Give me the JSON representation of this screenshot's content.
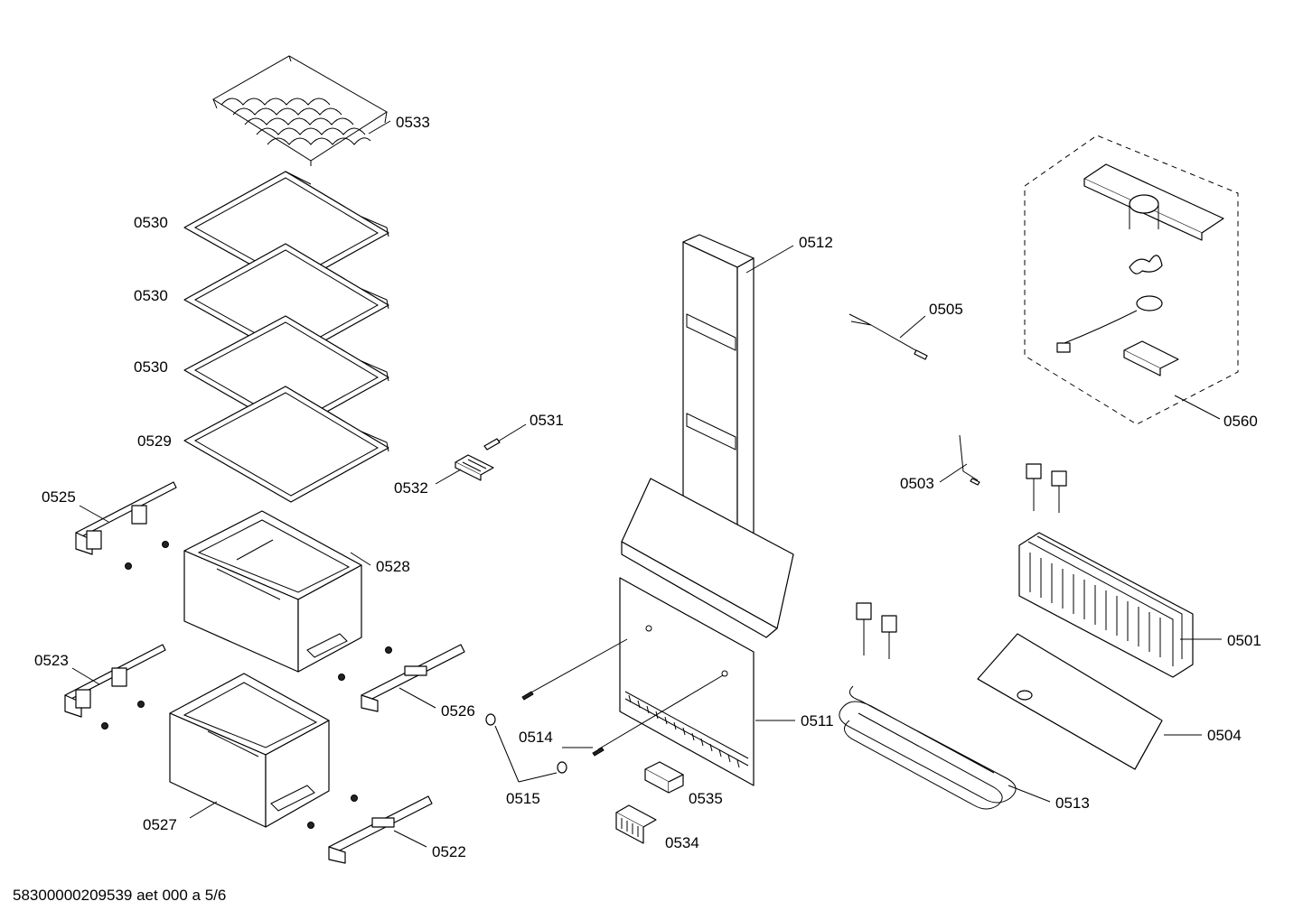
{
  "callouts": {
    "c0533": "0533",
    "c0530a": "0530",
    "c0530b": "0530",
    "c0530c": "0530",
    "c0529": "0529",
    "c0531": "0531",
    "c0532": "0532",
    "c0525": "0525",
    "c0528": "0528",
    "c0523": "0523",
    "c0526": "0526",
    "c0527": "0527",
    "c0522": "0522",
    "c0512": "0512",
    "c0514": "0514",
    "c0515": "0515",
    "c0535": "0535",
    "c0534": "0534",
    "c0511": "0511",
    "c0505": "0505",
    "c0560": "0560",
    "c0503": "0503",
    "c0501": "0501",
    "c0504": "0504",
    "c0513": "0513"
  },
  "footer": {
    "document_id": "58300000209539 aet 000 a 5/6"
  }
}
